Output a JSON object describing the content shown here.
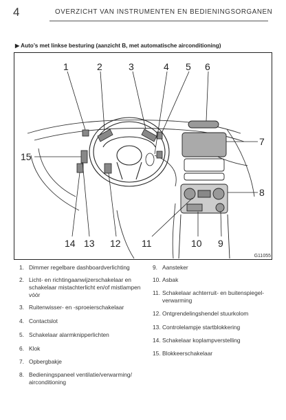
{
  "header": {
    "page_number": "4",
    "title": "OVERZICHT VAN INSTRUMENTEN EN BEDIENINGSORGANEN"
  },
  "section_title": "Auto’s met linkse besturing (aanzicht B, met automatische airconditioning)",
  "figure": {
    "code": "G11055",
    "callouts": [
      "1",
      "2",
      "3",
      "4",
      "5",
      "6",
      "7",
      "8",
      "9",
      "10",
      "11",
      "12",
      "13",
      "14",
      "15"
    ]
  },
  "legend": {
    "left": [
      {
        "num": "1.",
        "text": "Dimmer regelbare dashboardverlichting"
      },
      {
        "num": "2.",
        "text": "Licht- en richtingaanwijzerschakelaar en schakelaar mistachterlicht en/of mistlampen vóór"
      },
      {
        "num": "3.",
        "text": "Ruitenwisser- en -sproeierschakelaar"
      },
      {
        "num": "4.",
        "text": "Contactslot"
      },
      {
        "num": "5.",
        "text": "Schakelaar alarmknipperlichten"
      },
      {
        "num": "6.",
        "text": "Klok"
      },
      {
        "num": "7.",
        "text": "Opbergbakje"
      },
      {
        "num": "8.",
        "text": "Bedieningspaneel ventilatie/verwarming/ airconditioning"
      }
    ],
    "right": [
      {
        "num": "9.",
        "text": "Aansteker"
      },
      {
        "num": "10.",
        "text": "Asbak"
      },
      {
        "num": "11.",
        "text": "Schakelaar achterruit- en buitenspiegel-verwarming"
      },
      {
        "num": "12.",
        "text": "Ontgrendelingshendel stuurkolom"
      },
      {
        "num": "13.",
        "text": "Controlelampje startblokkering"
      },
      {
        "num": "14.",
        "text": "Schakelaar koplampverstelling"
      },
      {
        "num": "15.",
        "text": "Blokkeerschakelaar"
      }
    ]
  }
}
